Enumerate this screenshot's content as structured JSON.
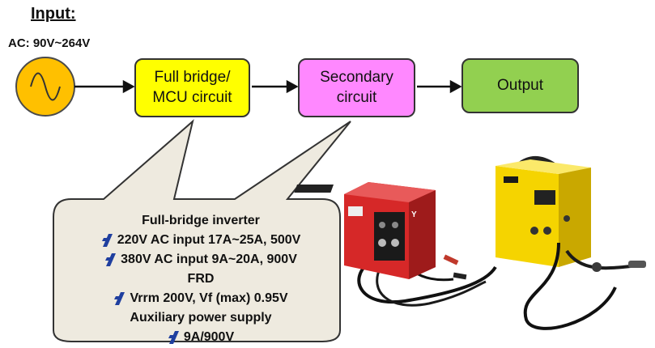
{
  "header": {
    "title": "Input:",
    "ac_label": "AC: 90V~264V"
  },
  "blocks": {
    "full_bridge": "Full bridge/\nMCU circuit",
    "secondary": "Secondary\ncircuit",
    "output": "Output"
  },
  "callout": {
    "lines": [
      {
        "text": "Full-bridge inverter",
        "bullet": false
      },
      {
        "text": "220V AC input  17A~25A, 500V",
        "bullet": true
      },
      {
        "text": "380V AC input  9A~20A, 900V",
        "bullet": true
      },
      {
        "text": "FRD",
        "bullet": false
      },
      {
        "text": "Vrrm 200V, Vf (max) 0.95V",
        "bullet": true
      },
      {
        "text": "Auxiliary power supply",
        "bullet": false
      },
      {
        "text": "9A/900V",
        "bullet": true
      }
    ]
  },
  "colors": {
    "source": "#ffc000",
    "full_bridge": "#ffff00",
    "secondary": "#ff88ff",
    "output": "#92d050",
    "callout": "#eeeadf",
    "bullet": "#1f3f9f"
  }
}
